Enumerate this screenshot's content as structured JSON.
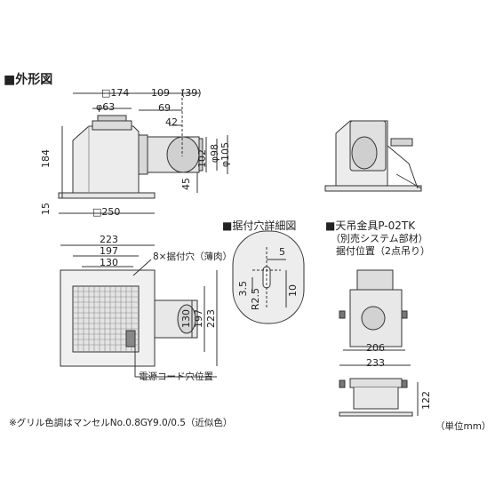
{
  "section_title": "■外形図",
  "front_view": {
    "dims": {
      "d174": "□174",
      "d109": "109",
      "d39": "(39)",
      "d63": "φ63",
      "d69": "69",
      "d42": "42",
      "d184": "184",
      "d15": "15",
      "d102": "102",
      "d98": "φ98",
      "d105": "φ105",
      "d45": "45",
      "d250": "□250"
    }
  },
  "plan_view": {
    "dims": {
      "d223h": "223",
      "d197h": "197",
      "d130h": "130",
      "d130v": "130",
      "d197v": "197",
      "d223v": "223"
    },
    "hole_label": "8×据付穴（薄肉）",
    "cord_label": "電源コード穴位置"
  },
  "hole_detail": {
    "title": "■据付穴詳細図",
    "dims": {
      "d5": "5",
      "d35": "3.5",
      "dR25": "R2.5",
      "d10": "10"
    }
  },
  "bracket": {
    "title": "■天吊金具P-02TK",
    "sub1": "（別売システム部材）",
    "sub2": "据付位置（2点吊り）",
    "dims": {
      "d206": "206",
      "d233": "233",
      "d122": "122"
    }
  },
  "footnote": "※グリル色調はマンセルNo.0.8GY9.0/0.5（近似色）",
  "unit": "（単位mm）"
}
